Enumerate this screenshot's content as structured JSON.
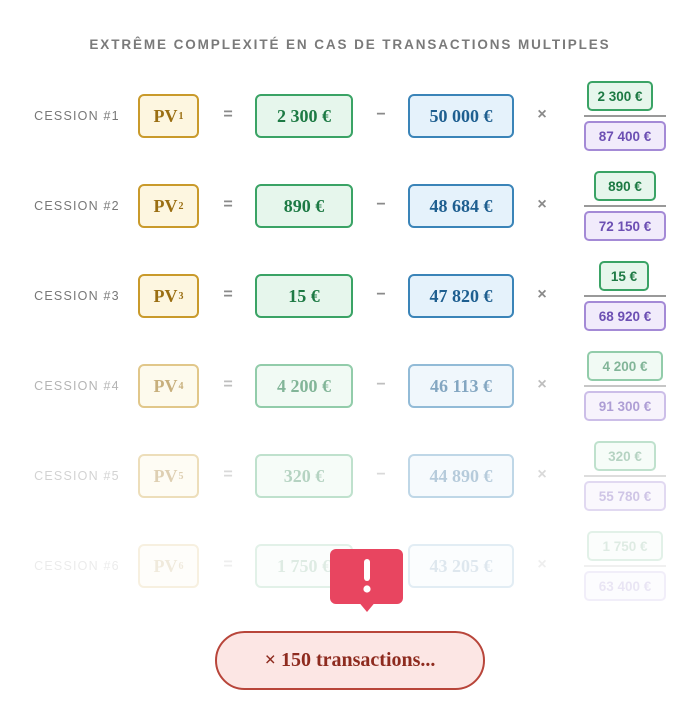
{
  "title": "EXTRÊME COMPLEXITÉ EN CAS DE TRANSACTIONS MULTIPLES",
  "operators": {
    "equals": "=",
    "minus": "−",
    "times": "×"
  },
  "rows": [
    {
      "label": "CESSION #1",
      "pv": "PV",
      "pv_sub": "1",
      "price": "2 300 €",
      "total": "50 000 €",
      "frac_num": "2 300 €",
      "frac_den": "87 400 €"
    },
    {
      "label": "CESSION #2",
      "pv": "PV",
      "pv_sub": "2",
      "price": "890 €",
      "total": "48 684 €",
      "frac_num": "890 €",
      "frac_den": "72 150 €"
    },
    {
      "label": "CESSION #3",
      "pv": "PV",
      "pv_sub": "3",
      "price": "15 €",
      "total": "47 820 €",
      "frac_num": "15 €",
      "frac_den": "68 920 €"
    },
    {
      "label": "CESSION #4",
      "pv": "PV",
      "pv_sub": "4",
      "price": "4 200 €",
      "total": "46 113 €",
      "frac_num": "4 200 €",
      "frac_den": "91 300 €"
    },
    {
      "label": "CESSION #5",
      "pv": "PV",
      "pv_sub": "5",
      "price": "320 €",
      "total": "44 890 €",
      "frac_num": "320 €",
      "frac_den": "55 780 €"
    },
    {
      "label": "CESSION #6",
      "pv": "PV",
      "pv_sub": "6",
      "price": "1 750 €",
      "total": "43 205 €",
      "frac_num": "1 750 €",
      "frac_den": "63 400 €"
    }
  ],
  "alert_icon": "exclamation-icon",
  "footer": "× 150 transactions..."
}
